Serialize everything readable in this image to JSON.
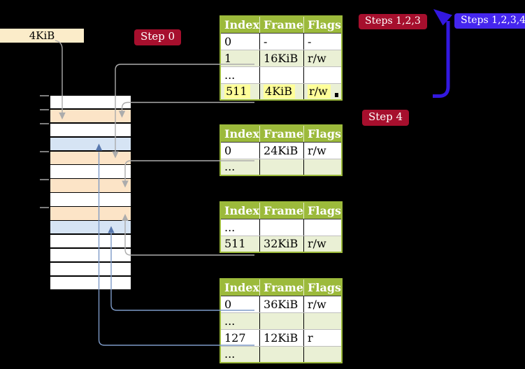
{
  "labels": {
    "page_box": "4KiB",
    "step0": "Step 0",
    "steps123": "Steps 1,2,3",
    "steps1234": "Steps 1,2,3,4",
    "step4": "Step 4"
  },
  "columns": [
    "Index",
    "Frame",
    "Flags"
  ],
  "tables": {
    "level1": {
      "rows": [
        [
          "0",
          "-",
          "-"
        ],
        [
          "1",
          "16KiB",
          "r/w"
        ],
        [
          "...",
          "",
          ""
        ],
        [
          "511",
          "4KiB",
          "r/w"
        ]
      ]
    },
    "level2": {
      "rows": [
        [
          "0",
          "24KiB",
          "r/w"
        ],
        [
          "...",
          "",
          ""
        ]
      ]
    },
    "level3": {
      "rows": [
        [
          "...",
          "",
          ""
        ],
        [
          "511",
          "32KiB",
          "r/w"
        ]
      ]
    },
    "level4": {
      "rows": [
        [
          "0",
          "36KiB",
          "r/w"
        ],
        [
          "...",
          "",
          ""
        ],
        [
          "127",
          "12KiB",
          "r"
        ],
        [
          "...",
          "",
          ""
        ]
      ]
    }
  },
  "memory": {
    "rows": [
      "white",
      "peach",
      "white",
      "blue",
      "peach",
      "white",
      "peach",
      "white",
      "peach",
      "blue",
      "white",
      "white",
      "white",
      "white"
    ]
  },
  "colors": {
    "red_badge": "#A60F2D",
    "blue_badge": "#4526EE",
    "blue_arrow": "#3318E0",
    "header_green": "#9CBA3B",
    "table_border": "#9CBA3B",
    "row_green": "#EAF0D5",
    "highlight_yellow": "#FFFF99",
    "mem_peach": "#FCE4C7",
    "mem_blue": "#D6E4F4",
    "cream": "#FBECC9",
    "gray_line": "#ACACAC",
    "blue_line": "#7D9AC7",
    "blue_arrowhead": "#5878AE"
  }
}
